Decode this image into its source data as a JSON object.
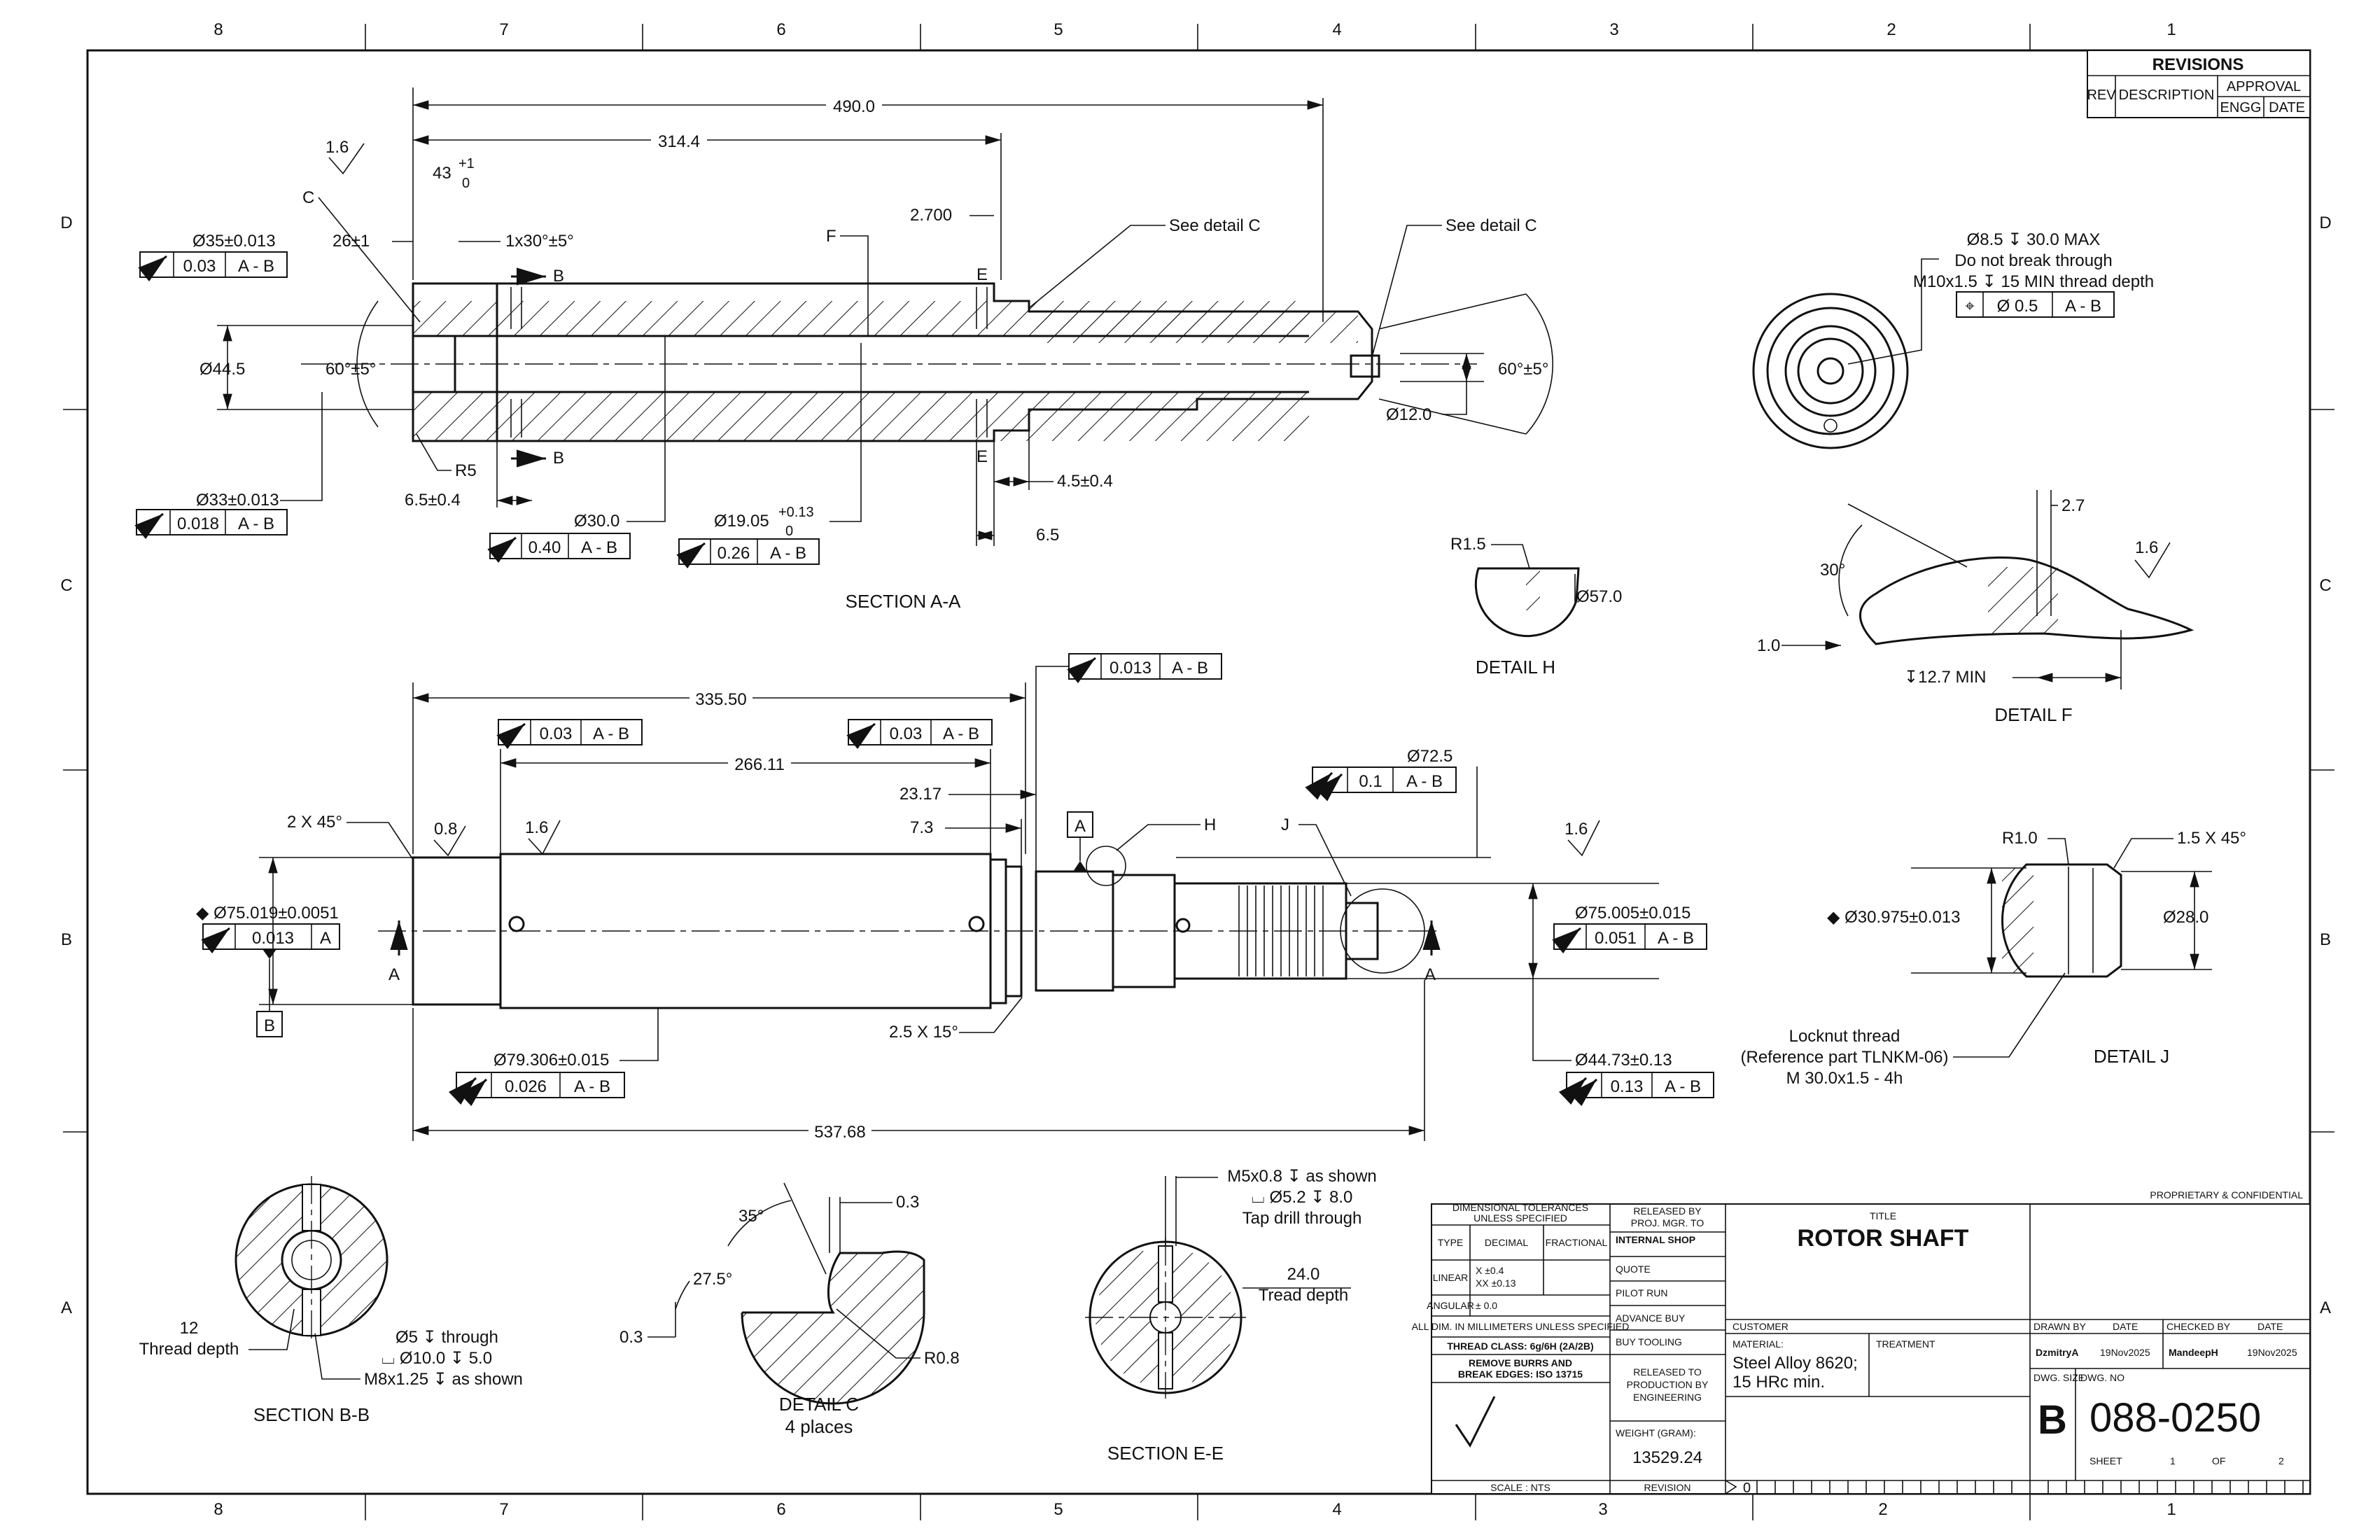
{
  "zones": {
    "cols": [
      "8",
      "7",
      "6",
      "5",
      "4",
      "3",
      "2",
      "1"
    ],
    "rows": [
      "D",
      "C",
      "B",
      "A"
    ]
  },
  "revisions": {
    "heading": "REVISIONS",
    "rev": "REV",
    "description": "DESCRIPTION",
    "approval": "APPROVAL",
    "engg": "ENGG",
    "date": "DATE"
  },
  "section_aa": {
    "title": "SECTION A-A",
    "dims": {
      "d490": "490.0",
      "d314": "314.4",
      "d43": "43",
      "d43_tol_up": "+1",
      "d43_tol_lo": "0",
      "rough16": "1.6",
      "c": "C",
      "d26": "26±1",
      "chamfer": "1x30°±5°",
      "b_top": "B",
      "b_bot": "B",
      "f": "F",
      "d2700": "2.700",
      "see_c1": "See detail C",
      "see_c2": "See detail C",
      "e_top": "E",
      "e_bot": "E",
      "dia35": "Ø35±0.013",
      "dia35_fc": [
        "0.03",
        "A - B"
      ],
      "dia44": "Ø44.5",
      "ang60l": "60°±5°",
      "ang60r": "60°±5°",
      "r5": "R5",
      "d65": "6.5±0.4",
      "dia33": "Ø33±0.013",
      "dia33_fc": [
        "0.018",
        "A - B"
      ],
      "dia30": "Ø30.0",
      "dia30_fc": [
        "0.40",
        "A - B"
      ],
      "dia1905": "Ø19.05",
      "dia1905_up": "+0.13",
      "dia1905_lo": "0",
      "dia1905_fc": [
        "0.26",
        "A - B"
      ],
      "d45": "4.5±0.4",
      "d65b": "6.5",
      "dia12": "Ø12.0"
    }
  },
  "end_view": {
    "note1": "Ø8.5 ↧ 30.0 MAX",
    "note2": "Do not break through",
    "note3": "M10x1.5 ↧ 15 MIN thread depth",
    "fc": [
      "⌖",
      "Ø 0.5",
      "A - B"
    ]
  },
  "detail_h": {
    "title": "DETAIL H",
    "r15": "R1.5",
    "dia57": "Ø57.0"
  },
  "detail_f": {
    "title": "DETAIL F",
    "d27": "2.7",
    "rough16": "1.6",
    "ang30": "30°",
    "d10": "1.0",
    "d127": "↧12.7 MIN"
  },
  "main_view": {
    "d33550": "335.50",
    "d26611": "266.11",
    "d2317": "23.17",
    "d73": "7.3",
    "d53768": "537.68",
    "fc_top1": [
      "0.03",
      "A - B"
    ],
    "fc_top2": [
      "0.03",
      "A - B"
    ],
    "fc_top3": [
      "0.013",
      "A - B"
    ],
    "chamfer2x45": "2 X 45°",
    "r08": "0.8",
    "r16a": "1.6",
    "r16b": "1.6",
    "datum_a": "A",
    "datum_a_label": "A",
    "datum_b": "B",
    "h": "H",
    "j": "J",
    "dia725": "Ø72.5",
    "dia725_fc": [
      "0.1",
      "A - B"
    ],
    "dia75019": "◆ Ø75.019±0.0051",
    "dia75019_fc": [
      "0.013",
      "A"
    ],
    "sec_a_left": "A",
    "sec_a_right": "A",
    "dia75005": "Ø75.005±0.015",
    "dia75005_fc": [
      "0.051",
      "A - B"
    ],
    "chamfer25x15": "2.5 X 15°",
    "dia79306": "Ø79.306±0.015",
    "dia79306_fc": [
      "0.026",
      "A - B"
    ],
    "dia4473": "Ø44.73±0.13",
    "dia4473_fc": [
      "0.13",
      "A - B"
    ]
  },
  "detail_j": {
    "title": "DETAIL J",
    "r10": "R1.0",
    "chamfer": "1.5 X 45°",
    "dia30975": "◆ Ø30.975±0.013",
    "dia28": "Ø28.0",
    "note1": "Locknut thread",
    "note2": "(Reference part TLNKM-06)",
    "note3": "M 30.0x1.5 - 4h"
  },
  "section_bb": {
    "title": "SECTION B-B",
    "d12": "12",
    "thread_depth": "Thread depth",
    "note1": "Ø5 ↧ through",
    "note2": "⌴ Ø10.0 ↧ 5.0",
    "note3": "M8x1.25 ↧ as shown"
  },
  "detail_c": {
    "title": "DETAIL C",
    "subtitle": "4 places",
    "ang35": "35°",
    "ang275": "27.5°",
    "d03a": "0.3",
    "d03b": "0.3",
    "r08": "R0.8"
  },
  "section_ee": {
    "title": "SECTION E-E",
    "note1": "M5x0.8 ↧ as shown",
    "note2": "⌴ Ø5.2 ↧ 8.0",
    "note3": "Tap drill through",
    "d24": "24.0",
    "tread": "Tread depth"
  },
  "title_block": {
    "proprietary": "PROPRIETARY & CONFIDENTIAL",
    "dim_tol": "DIMENSIONAL TOLERANCES",
    "unless": "UNLESS SPECIFIED",
    "type": "TYPE",
    "decimal": "DECIMAL",
    "fractional": "FRACTIONAL",
    "linear": "LINEAR",
    "lin_x": "X  ±0.4",
    "lin_xx": "XX ±0.13",
    "angular": "ANGULAR",
    "ang_val": "± 0.0",
    "all_dim": "ALL DIM. IN MILLIMETERS UNLESS SPECIFIED",
    "thread_class": "THREAD CLASS: 6g/6H (2A/2B)",
    "remove1": "REMOVE BURRS AND",
    "remove2": "BREAK EDGES: ISO 13715",
    "released_by": "RELEASED BY",
    "proj_mgr": "PROJ. MGR. TO",
    "internal_shop": "INTERNAL SHOP",
    "quote": "QUOTE",
    "pilot_run": "PILOT RUN",
    "advance_buy": "ADVANCE BUY",
    "buy_tooling": "BUY TOOLING",
    "rel_prod1": "RELEASED TO",
    "rel_prod2": "PRODUCTION BY",
    "rel_prod3": "ENGINEERING",
    "weight_label": "WEIGHT (GRAM):",
    "weight": "13529.24",
    "title_label": "TITLE",
    "title": "ROTOR SHAFT",
    "customer": "CUSTOMER",
    "material_label": "MATERIAL:",
    "material1": "Steel Alloy 8620;",
    "material2": "15 HRc min.",
    "treatment": "TREATMENT",
    "drawn_by": "DRAWN BY",
    "date1": "DATE",
    "checked_by": "CHECKED BY",
    "date2": "DATE",
    "drawn_name": "DzmitryA",
    "drawn_date": "19Nov2025",
    "checked_name": "MandeepH",
    "checked_date": "19Nov2025",
    "dwg_size_label": "DWG. SIZE",
    "dwg_no_label": "DWG. NO",
    "dwg_size": "B",
    "dwg_no": "088-0250",
    "sheet": "SHEET",
    "sheet_no": "1",
    "of": "OF",
    "of_no": "2",
    "scale": "SCALE : NTS",
    "revision": "REVISION",
    "rev_val": "0"
  }
}
